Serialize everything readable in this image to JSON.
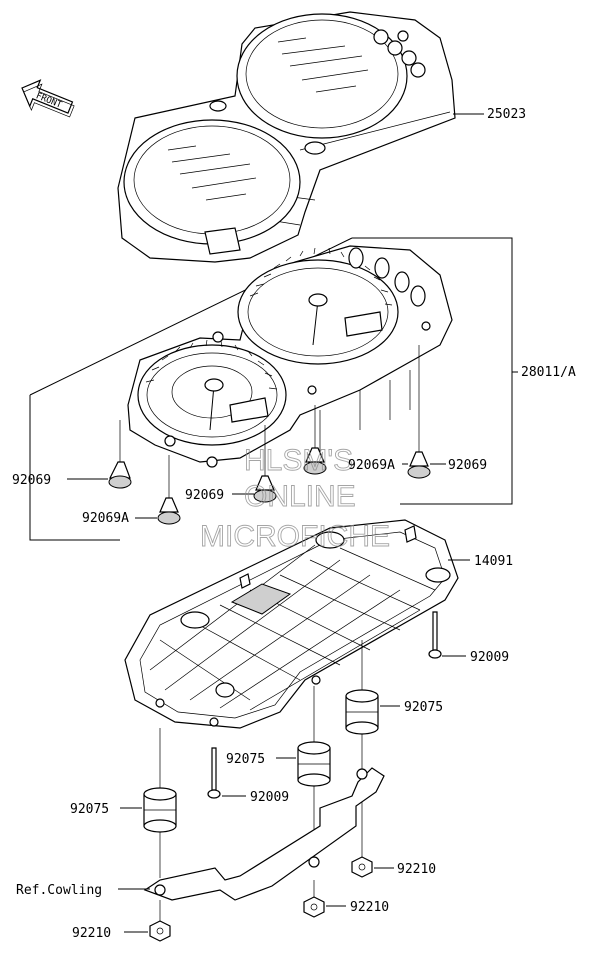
{
  "front_badge": "FRONT",
  "watermark": {
    "line1": "HLSM'S",
    "line2": "ONLINE",
    "line3": "MICROFICHE"
  },
  "labels": {
    "p25023": "25023",
    "p28011": "28011/A",
    "p92069_left": "92069",
    "p92069a_mid": "92069A",
    "p92069_right": "92069",
    "p92069_center": "92069",
    "p92069a_left": "92069A",
    "p14091": "14091",
    "p92009_right": "92009",
    "p92075_right": "92075",
    "p92075_mid": "92075",
    "p92009_mid": "92009",
    "p92075_left": "92075",
    "p92210_right": "92210",
    "ref_cowling": "Ref.Cowling",
    "p92210_mid": "92210",
    "p92210_left": "92210"
  }
}
